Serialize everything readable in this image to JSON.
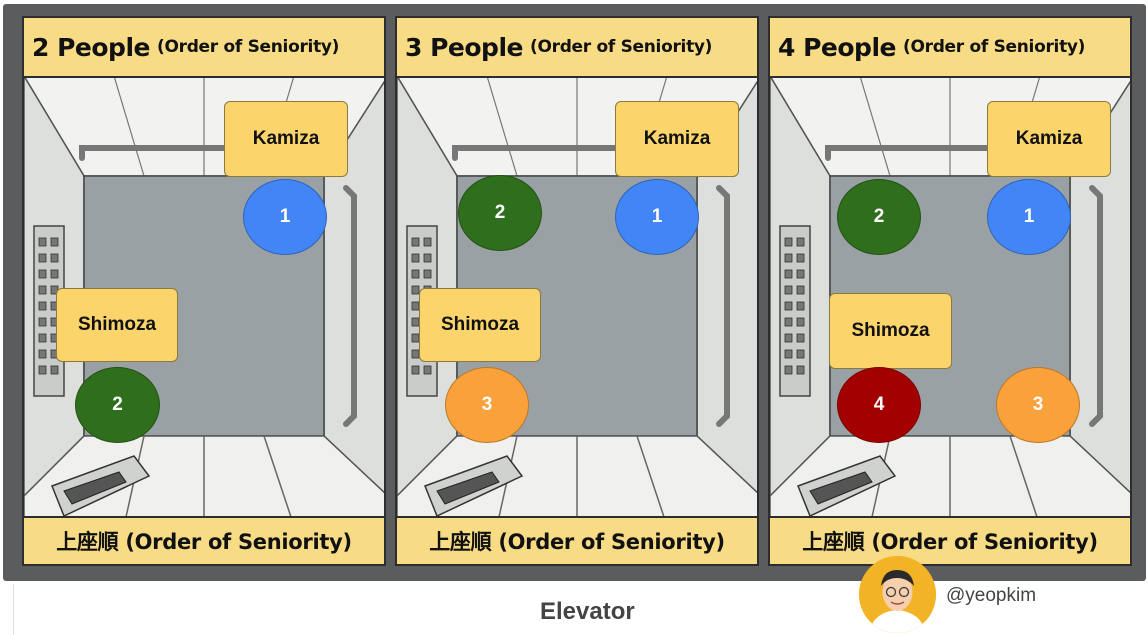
{
  "caption": "Elevator",
  "handle": "@yeopkim",
  "colors": {
    "blue": "#4285f4",
    "green": "#2f6e1c",
    "orange": "#f9a13a",
    "red": "#a30000",
    "label": "#fbd46b"
  },
  "panels": [
    {
      "title_main": "2 People",
      "title_sub": "(Order of Seniority)",
      "footer": "上座順 (Order of Seniority)",
      "kamiza": "Kamiza",
      "shimoza": "Shimoza",
      "positions": [
        "1",
        "2"
      ]
    },
    {
      "title_main": "3 People",
      "title_sub": "(Order of Seniority)",
      "footer": "上座順 (Order of Seniority)",
      "kamiza": "Kamiza",
      "shimoza": "Shimoza",
      "positions": [
        "1",
        "2",
        "3"
      ]
    },
    {
      "title_main": "4 People",
      "title_sub": "(Order of Seniority)",
      "footer": "上座順 (Order of Seniority)",
      "kamiza": "Kamiza",
      "shimoza": "Shimoza",
      "positions": [
        "1",
        "2",
        "3",
        "4"
      ]
    }
  ]
}
